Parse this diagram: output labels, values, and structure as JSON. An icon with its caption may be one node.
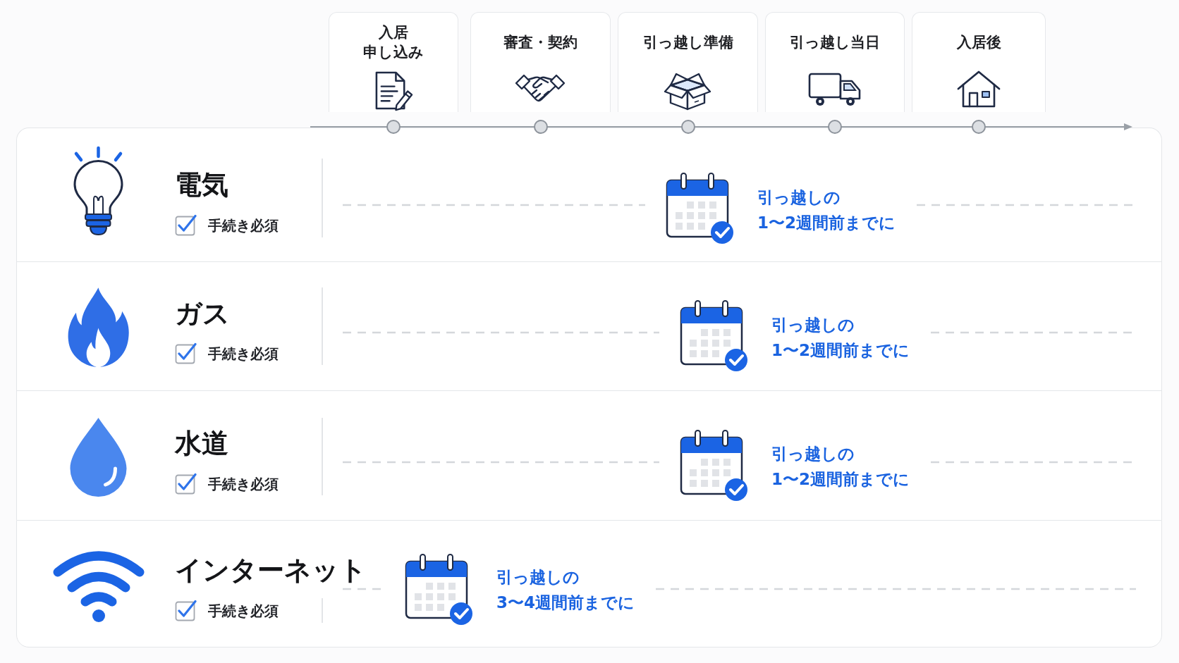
{
  "diagram": {
    "nodes": [
      {
        "text": [
          "入居申し込み"
        ]
      },
      {
        "text": [
          "審査・契約"
        ]
      },
      {
        "text": [
          "引っ越し準備"
        ]
      },
      {
        "text": [
          "引っ越し当日"
        ]
      },
      {
        "text": [
          "入居後"
        ]
      },
      {
        "text": [
          "電気",
          "手続き必須",
          "引っ越しの1〜2週間前までに"
        ]
      },
      {
        "text": [
          "ガス",
          "手続き必須",
          "引っ越しの1〜2週間前までに"
        ]
      },
      {
        "text": [
          "水道",
          "手続き必須",
          "引っ越しの1〜2週間前までに"
        ]
      },
      {
        "text": [
          "インターネット",
          "手続き必須",
          "引っ越しの3〜4週間前までに"
        ]
      }
    ]
  }
}
